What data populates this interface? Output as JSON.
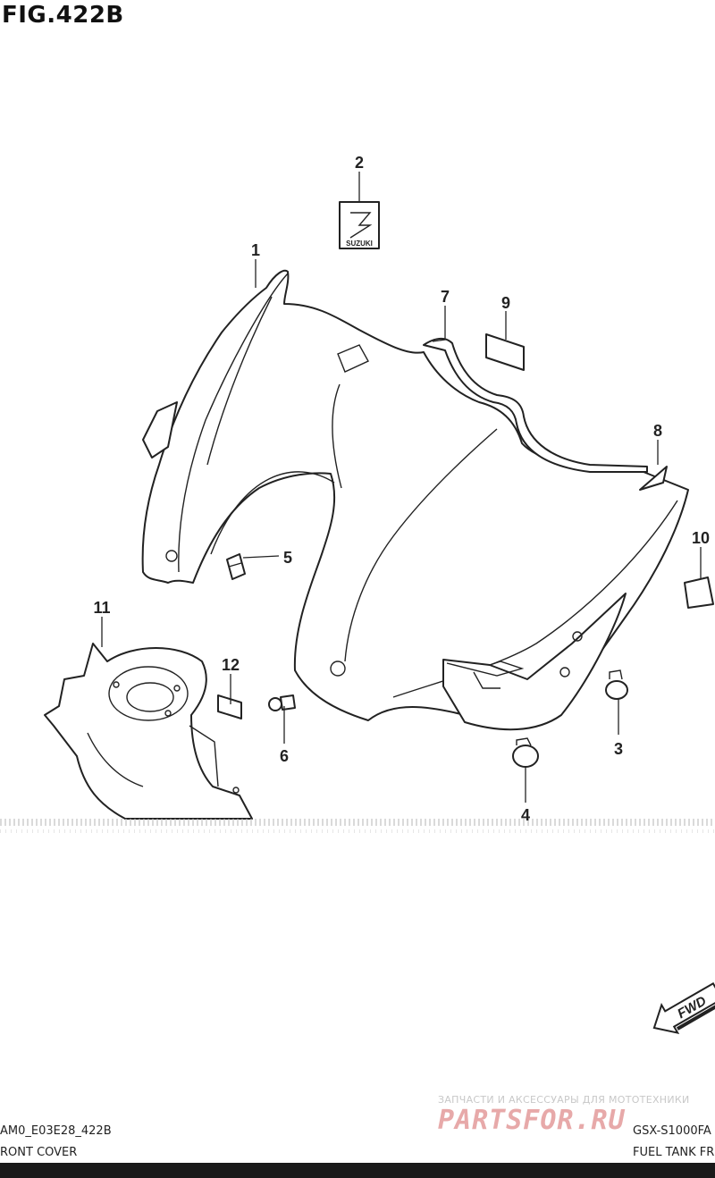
{
  "figure": {
    "title": "FIG.422B"
  },
  "callouts": [
    {
      "id": "1",
      "label": "1"
    },
    {
      "id": "2",
      "label": "2"
    },
    {
      "id": "3",
      "label": "3"
    },
    {
      "id": "4",
      "label": "4"
    },
    {
      "id": "5",
      "label": "5"
    },
    {
      "id": "6",
      "label": "6"
    },
    {
      "id": "7",
      "label": "7"
    },
    {
      "id": "8",
      "label": "8"
    },
    {
      "id": "9",
      "label": "9"
    },
    {
      "id": "10",
      "label": "10"
    },
    {
      "id": "11",
      "label": "11"
    },
    {
      "id": "12",
      "label": "12"
    }
  ],
  "emblem": {
    "text": "SUZUKI"
  },
  "fwd": {
    "text": "FWD"
  },
  "footer": {
    "code": "AM0_E03E28_422B",
    "section_left": "RONT COVER",
    "model": "GSX-S1000FA",
    "section_right": "FUEL TANK FR"
  },
  "watermark": {
    "tagline": "ЗАПЧАСТИ И АКСЕССУАРЫ ДЛЯ МОТОТЕХНИКИ",
    "site": "PARTSFOR.RU"
  },
  "colors": {
    "line": "#222222",
    "background": "#ffffff",
    "watermark": "#e7a9a9"
  }
}
